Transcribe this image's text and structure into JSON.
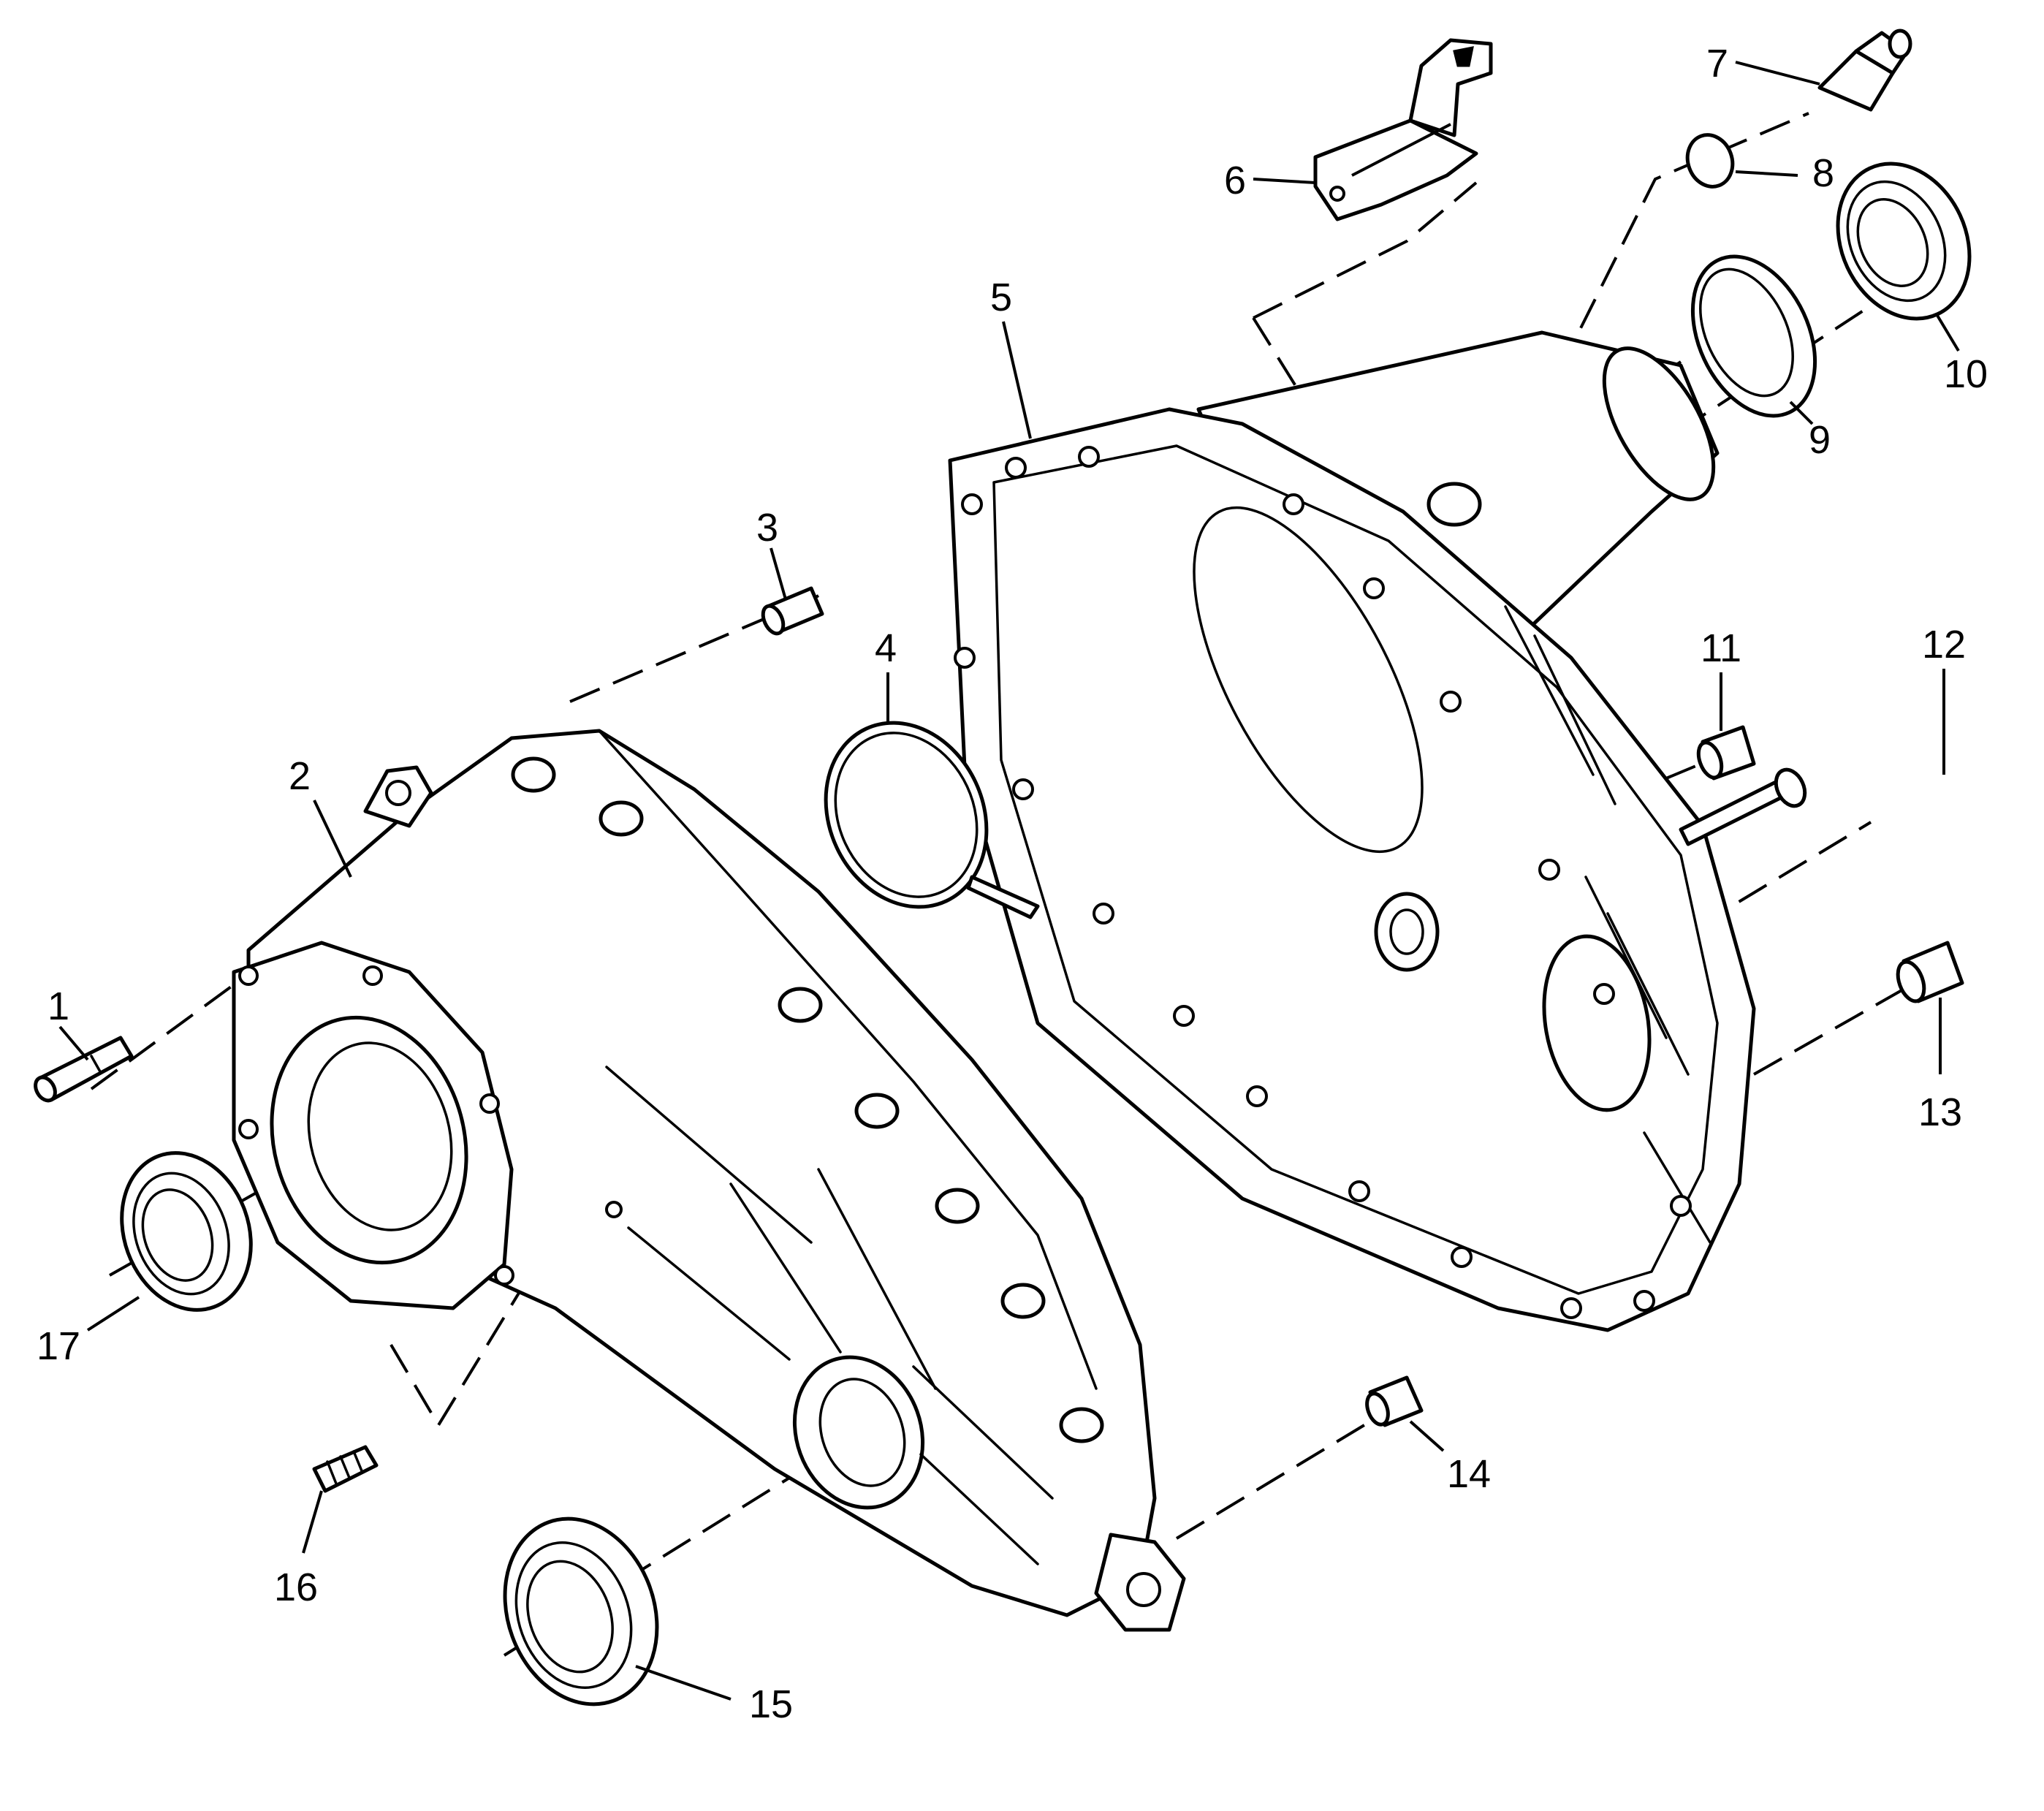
{
  "diagram": {
    "callouts": [
      {
        "id": 1,
        "label": "1"
      },
      {
        "id": 2,
        "label": "2"
      },
      {
        "id": 3,
        "label": "3"
      },
      {
        "id": 4,
        "label": "4"
      },
      {
        "id": 5,
        "label": "5"
      },
      {
        "id": 6,
        "label": "6"
      },
      {
        "id": 7,
        "label": "7"
      },
      {
        "id": 8,
        "label": "8"
      },
      {
        "id": 9,
        "label": "9"
      },
      {
        "id": 10,
        "label": "10"
      },
      {
        "id": 11,
        "label": "11"
      },
      {
        "id": 12,
        "label": "12"
      },
      {
        "id": 13,
        "label": "13"
      },
      {
        "id": 14,
        "label": "14"
      },
      {
        "id": 15,
        "label": "15"
      },
      {
        "id": 16,
        "label": "16"
      },
      {
        "id": 17,
        "label": "17"
      }
    ]
  }
}
